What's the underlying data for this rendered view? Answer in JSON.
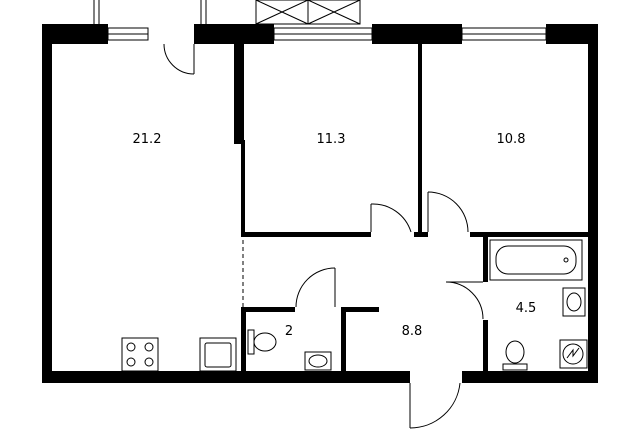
{
  "rooms": [
    {
      "id": "living-kitchen",
      "area": "21.2"
    },
    {
      "id": "bedroom-1",
      "area": "11.3"
    },
    {
      "id": "bedroom-2",
      "area": "10.8"
    },
    {
      "id": "toilet",
      "area": "2"
    },
    {
      "id": "hallway",
      "area": "8.8"
    },
    {
      "id": "bathroom",
      "area": "4.5"
    }
  ],
  "colors": {
    "wall": "#000000",
    "line": "#000000",
    "fixture": "#666666",
    "window": "#ffffff"
  }
}
